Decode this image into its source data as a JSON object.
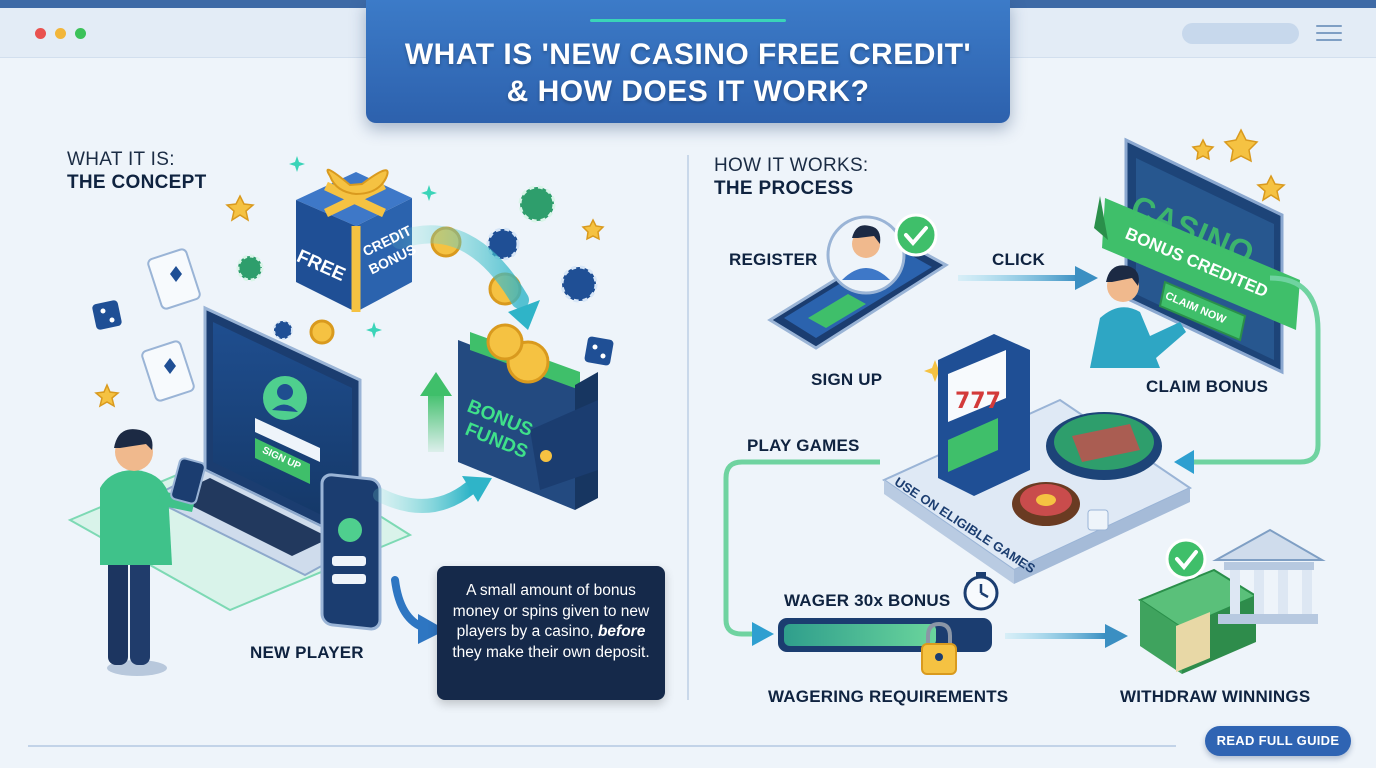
{
  "banner": {
    "title_line1": "WHAT IS 'NEW CASINO FREE CREDIT'",
    "title_line2": "& HOW DOES IT WORK?"
  },
  "concept": {
    "heading_a": "WHAT IT IS:",
    "heading_b": "THE CONCEPT",
    "gift_text_1": "FREE",
    "gift_text_2": "CREDIT",
    "gift_text_3": "BONUS",
    "wallet_text_1": "BONUS",
    "wallet_text_2": "FUNDS",
    "laptop_button": "SIGN UP",
    "player_label": "NEW PLAYER",
    "description_1": "A small amount of bonus money or spins given to new players by a casino,",
    "description_em": "before",
    "description_2": "they make their own deposit."
  },
  "process": {
    "heading_a": "HOW IT WORKS:",
    "heading_b": "THE PROCESS",
    "register_label": "REGISTER",
    "signup_label": "SIGN UP",
    "click_label": "CLICK",
    "casino_title": "CASINO",
    "casino_ribbon": "BONUS CREDITED",
    "casino_button": "CLAIM NOW",
    "claim_label": "CLAIM BONUS",
    "play_label": "PLAY GAMES",
    "platform_text": "USE ON ELIGIBLE GAMES",
    "wager_label": "WAGER 30x BONUS",
    "wager_progress": 0.75,
    "wagering_label": "WAGERING REQUIREMENTS",
    "withdraw_label": "WITHDRAW WINNINGS"
  },
  "cta": {
    "label": "READ FULL GUIDE"
  },
  "colors": {
    "banner": "#2d61ad",
    "accent_teal": "#3ad4b8",
    "accent_green": "#3fbf6a",
    "navy": "#0f2340",
    "dot_red": "#e9524f",
    "dot_yellow": "#f2b63a",
    "dot_green": "#3cc25a"
  },
  "icons": [
    "gift-box-icon",
    "wallet-icon",
    "laptop-icon",
    "phone-icon",
    "player-icon",
    "casino-chip-icon",
    "dice-icon",
    "playing-card-icon",
    "star-icon",
    "sparkle-icon",
    "slot-machine-icon",
    "roulette-icon",
    "stopwatch-icon",
    "lock-icon",
    "money-stack-icon",
    "bank-icon",
    "checkmark-icon",
    "arrow-icon"
  ]
}
